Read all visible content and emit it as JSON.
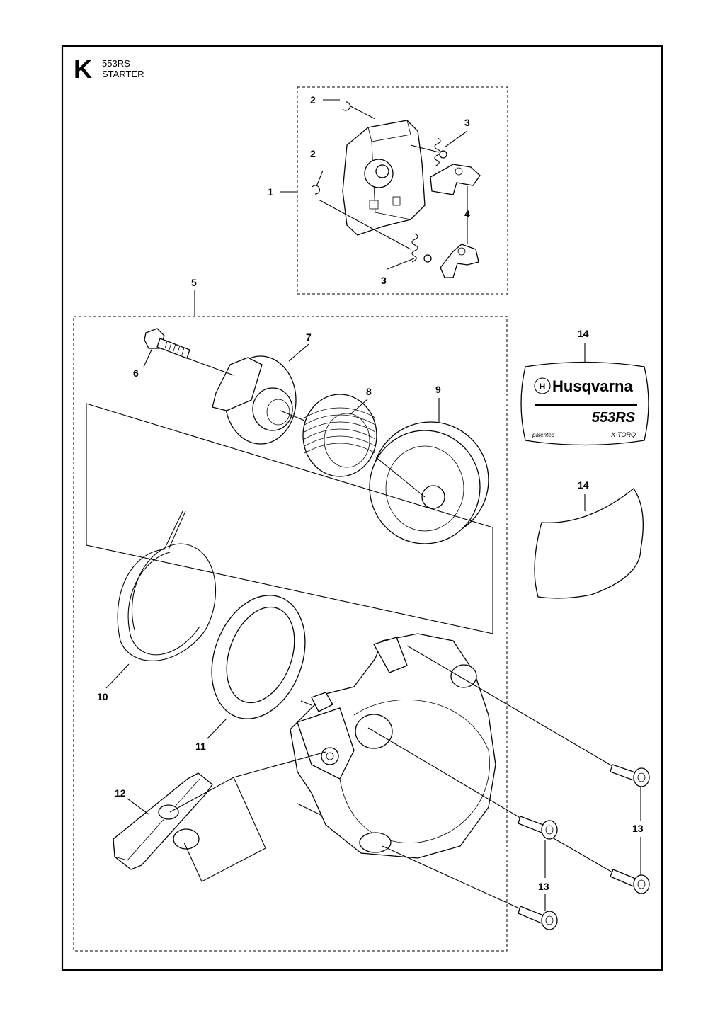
{
  "header": {
    "section_letter": "K",
    "model": "553RS",
    "title": "STARTER"
  },
  "callouts": [
    "1",
    "2",
    "2",
    "3",
    "3",
    "4",
    "5",
    "6",
    "7",
    "8",
    "9",
    "10",
    "11",
    "12",
    "13",
    "13",
    "14",
    "14"
  ],
  "decal": {
    "brand": "Husqvarna",
    "model": "553RS",
    "patented": "patented",
    "engine": "X-TORQ"
  }
}
